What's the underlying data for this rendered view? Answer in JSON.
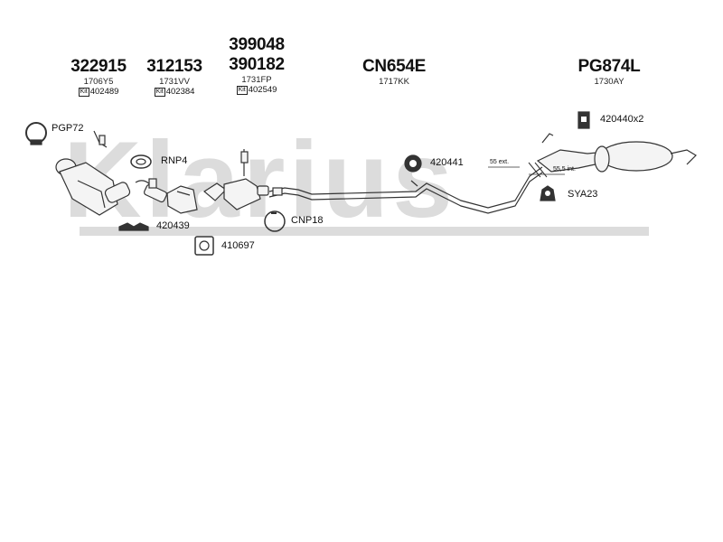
{
  "watermark": {
    "text": "Klarius",
    "color": "#dcdcdc"
  },
  "header_parts": [
    {
      "number": "322915",
      "oe": "1706Y5",
      "kit_label": "Kit",
      "kit": "402489"
    },
    {
      "number": "312153",
      "oe": "1731VV",
      "kit_label": "Kit",
      "kit": "402384"
    },
    {
      "number_top": "399048",
      "number": "390182",
      "oe": "1731FP",
      "kit_label": "Kit",
      "kit": "402549"
    },
    {
      "number": "CN654E",
      "oe": "1717KK"
    },
    {
      "number": "PG874L",
      "oe": "1730AY"
    }
  ],
  "callouts": {
    "pgp72": "PGP72",
    "rnp4": "RNP4",
    "p420439": "420439",
    "cnp18": "CNP18",
    "p410697": "410697",
    "p420441": "420441",
    "p420440": "420440x2",
    "sya23": "SYA23"
  },
  "notes": {
    "ext": "55 ext.",
    "int": "55,5 int."
  },
  "colors": {
    "line": "#333333",
    "fill": "#f4f4f4"
  }
}
